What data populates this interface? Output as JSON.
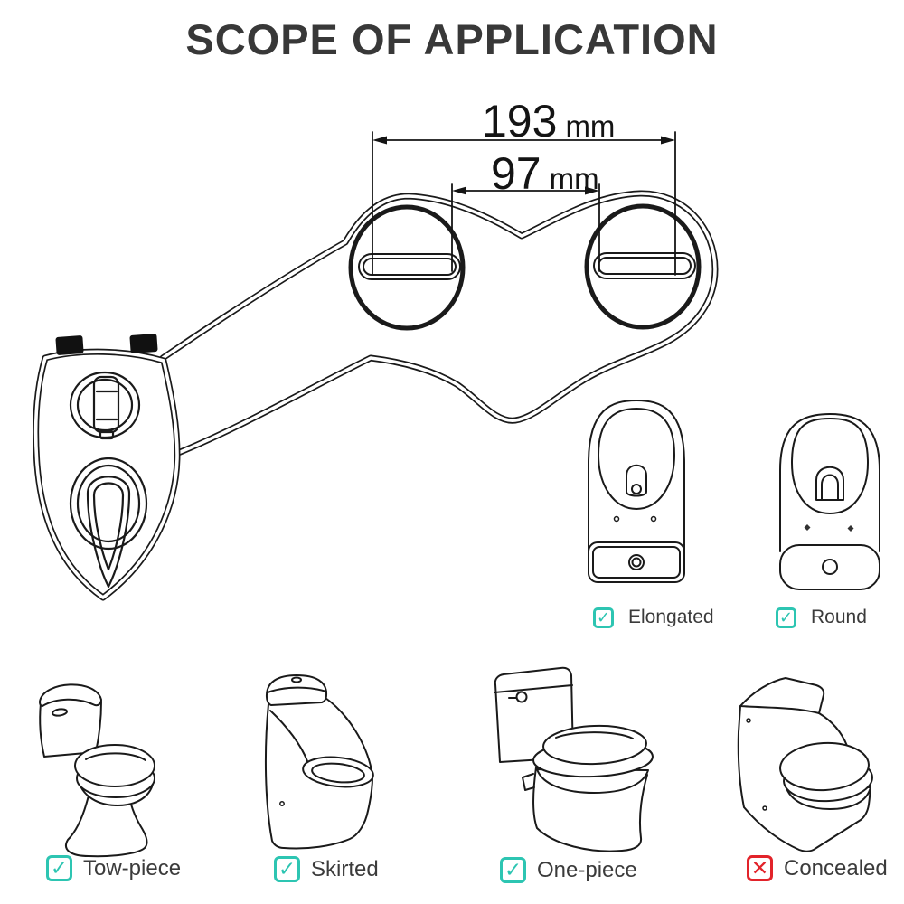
{
  "title": "SCOPE OF APPLICATION",
  "dimensions": {
    "outer": {
      "value": "193",
      "unit": "mm"
    },
    "inner": {
      "value": "97",
      "unit": "mm"
    }
  },
  "seat_compatibility": [
    {
      "label": "Elongated",
      "status": "compatible"
    },
    {
      "label": "Round",
      "status": "compatible"
    }
  ],
  "toilet_compatibility": [
    {
      "label": "Tow-piece",
      "status": "compatible"
    },
    {
      "label": "Skirted",
      "status": "compatible"
    },
    {
      "label": "One-piece",
      "status": "compatible"
    },
    {
      "label": "Concealed",
      "status": "incompatible"
    }
  ],
  "icons": {
    "check": "✓",
    "cross": "✕"
  },
  "colors": {
    "check_teal": "#2dc5b2",
    "cross_red": "#e2232a",
    "line_art": "#1a1a1a",
    "title_text": "#383838"
  }
}
